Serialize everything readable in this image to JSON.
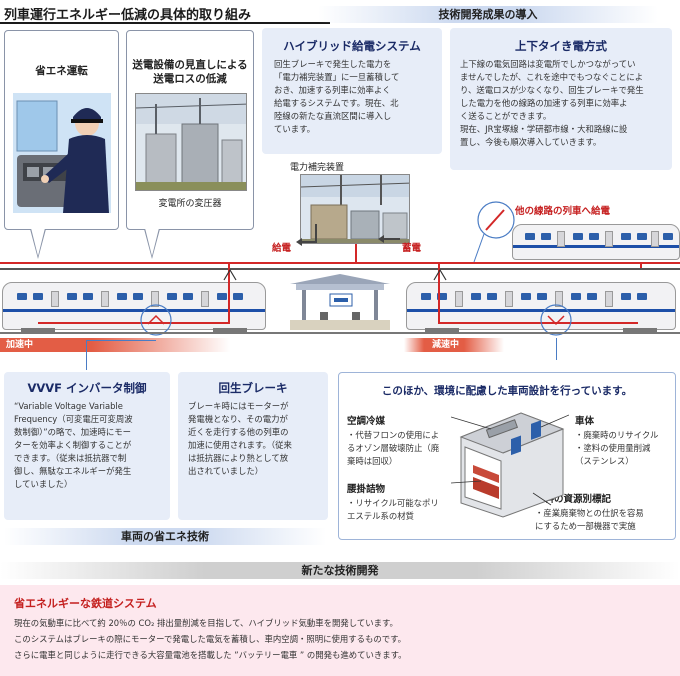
{
  "page": {
    "title": "列車運行エネルギー低減の具体的取り組み"
  },
  "banners": {
    "tech_results": "技術開発成果の導入",
    "vehicle_tech": "車両の省エネ技術",
    "new_tech": "新たな技術開発"
  },
  "bubbles": {
    "eco_driving": "省エネ運転",
    "power_loss_line1": "送電設備の見直しによる",
    "power_loss_line2": "送電ロスの低減",
    "substation_caption": "変電所の変圧器"
  },
  "hybrid": {
    "title": "ハイブリッド給電システム",
    "body": [
      "回生ブレーキで発生した電力を",
      "「電力補完装置」に一旦蓄積して",
      "おき、加速する列車に効率よく",
      "給電するシステムです。現在、北",
      "陸線の新たな直流区間に導入し",
      "ています。"
    ],
    "device_caption": "電力補完装置",
    "feed_label": "給電",
    "store_label": "蓄電"
  },
  "tie": {
    "title": "上下タイき電方式",
    "body": [
      "上下線の電気回路は変電所でしかつながってい",
      "ませんでしたが、これを途中でもつなぐことによ",
      "り、送電ロスが少なくなり、回生ブレーキで発生",
      "した電力を他の線路の加速する列車に効率よ",
      "く送ることができます。",
      "現在、JR宝塚線・学研都市線・大和路線に設",
      "置し、今後も順次導入していきます。"
    ],
    "other_line_label": "他の線路の列車へ給電"
  },
  "trains": {
    "accelerating_label": "加速中",
    "decelerating_label": "減速中"
  },
  "vvvf": {
    "title": "VVVF インバータ制御",
    "body": [
      "“Variable Voltage Variable",
      "Frequency（可変電圧可変周波",
      "数制御）”の略で、加速時にモー",
      "ターを効率よく制御することが",
      "できます。（従来は抵抗器で制",
      "御し、無駄なエネルギーが発生",
      "していました）"
    ]
  },
  "regen": {
    "title": "回生ブレーキ",
    "body": [
      "ブレーキ時にはモーターが",
      "発電機となり、その電力が",
      "近くを走行する他の列車の",
      "加速に使用されます。（従来",
      "は抵抗器により熱として放",
      "出されていました）"
    ]
  },
  "eco_design": {
    "title": "このほか、環境に配慮した車両設計を行っています。",
    "ac_title": "空調冷媒",
    "ac_body": [
      "・代替フロンの使用によ",
      "るオゾン層破壊防止（廃",
      "棄時は回収）"
    ],
    "body_title": "車体",
    "body_body": [
      "・廃棄時のリサイクル",
      "・塗料の使用量削減",
      "（ステンレス）"
    ],
    "strap_title": "腰掛詰物",
    "strap_body": [
      "・リサイクル可能なポリ",
      "エステル系の材質"
    ],
    "material_title": "材料の資源別標記",
    "material_body": [
      "・産業廃棄物との仕訳を容易",
      "にするため一部機器で実施"
    ]
  },
  "new_system": {
    "title": "省エネルギーな鉄道システム",
    "lines": [
      "現在の気動車に比べて約 20％の CO₂ 排出量削減を目指して、ハイブリッド気動車を開発しています。",
      "このシステムはブレーキの際にモーターで発電した電気を蓄積し、車内空調・照明に使用するものです。",
      "さらに電車と同じように走行できる大容量電池を搭載した ”バッテリー電車 ” の開発も進めていきます。"
    ]
  },
  "colors": {
    "accent_red": "#d32828",
    "accent_navy": "#1a2a66",
    "panel_blue": "#e7edf8",
    "bottom_pink": "#fde8ee",
    "speed_tab": "#e35d45"
  }
}
